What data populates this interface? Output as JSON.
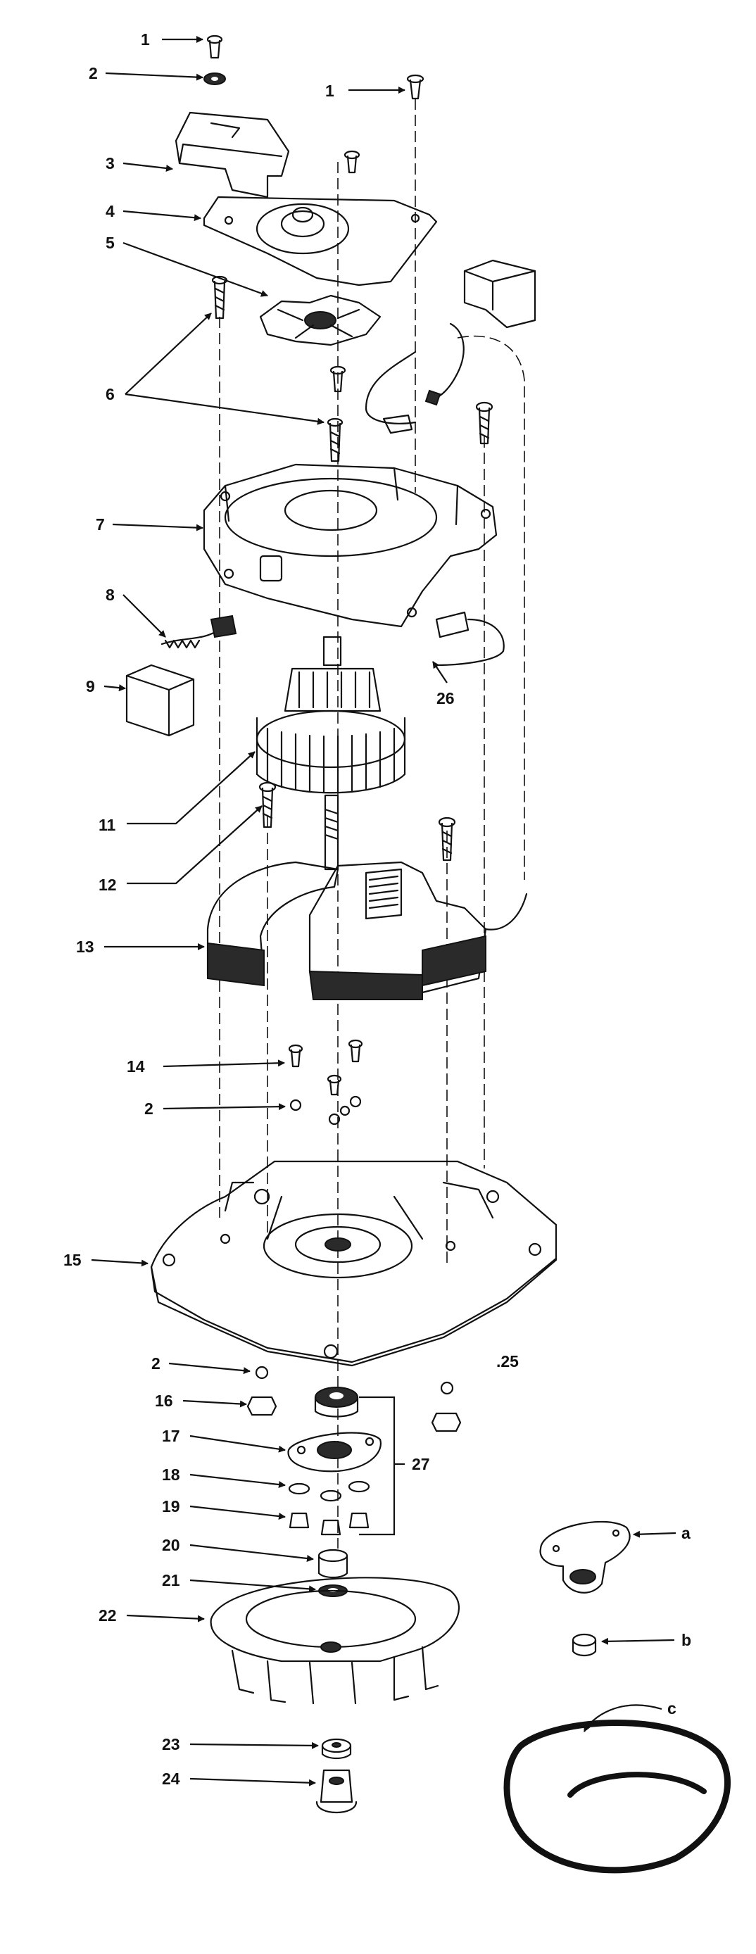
{
  "callouts": {
    "c1a": "1",
    "c2a": "2",
    "c1b": "1",
    "c3": "3",
    "c4": "4",
    "c5": "5",
    "c6": "6",
    "c7": "7",
    "c8": "8",
    "c9": "9",
    "c26": "26",
    "c11": "11",
    "c12": "12",
    "c13": "13",
    "c14": "14",
    "c2b": "2",
    "c15": "15",
    "c2c": "2",
    "c25": ".25",
    "c16": "16",
    "c17": "17",
    "c27": "27",
    "c18": "18",
    "c19": "19",
    "c20": "20",
    "c21": "21",
    "c22": "22",
    "c23": "23",
    "c24": "24",
    "ca": "a",
    "cb": "b",
    "cc": "c"
  }
}
